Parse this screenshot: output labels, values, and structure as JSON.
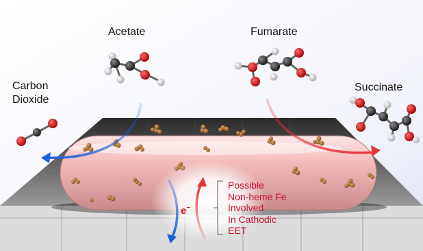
{
  "labels": {
    "acetate": "Acetate",
    "fumarate": "Fumarate",
    "co2_line1": "Carbon",
    "co2_line2": "Dioxide",
    "succinate": "Succinate",
    "electron": "e",
    "electron_sup": "−"
  },
  "eet_note": {
    "lines": [
      "Possible",
      "Non-heme Fe",
      "Involved",
      "In Cathodic",
      "EET"
    ]
  },
  "colors": {
    "blue_arrow": "#1a5fe0",
    "red_arrow": "#e8333a",
    "eet_text": "#c8102e",
    "cell": "#f3b9b9",
    "electrode": "#3a3a3a",
    "particles": "#b07838"
  }
}
